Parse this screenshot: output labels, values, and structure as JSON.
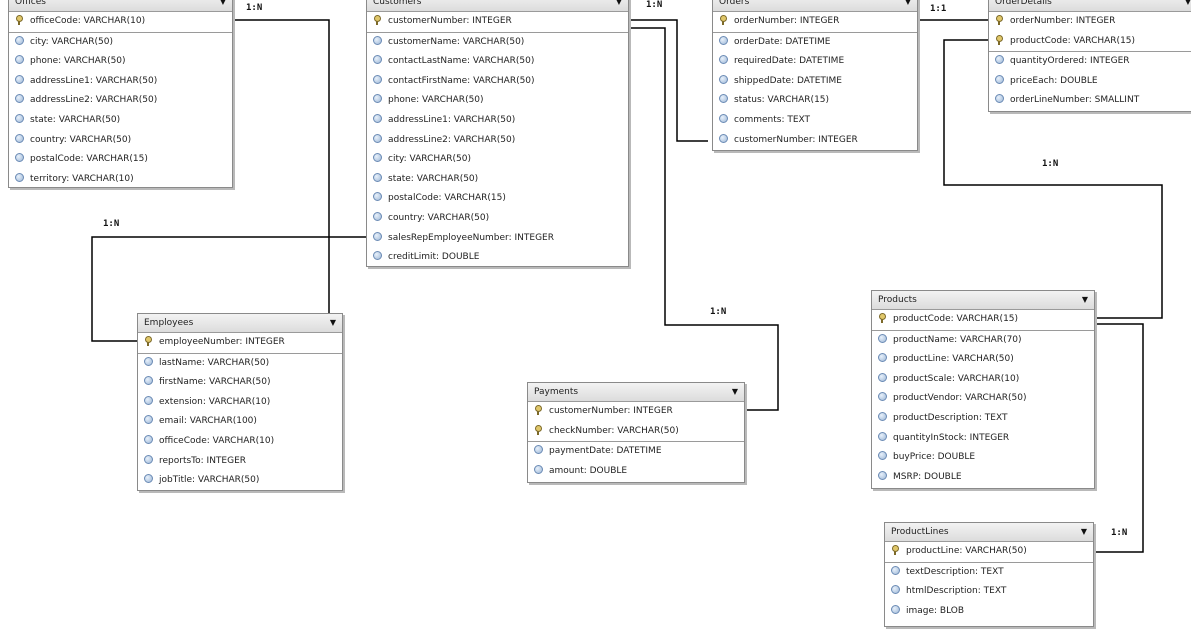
{
  "tables": {
    "offices": {
      "title": "Offices",
      "pk_count": 1,
      "columns": [
        {
          "name": "officeCode: VARCHAR(10)",
          "icon": "key-icon"
        },
        {
          "name": "city: VARCHAR(50)",
          "icon": "column-icon"
        },
        {
          "name": "phone: VARCHAR(50)",
          "icon": "column-icon"
        },
        {
          "name": "addressLine1: VARCHAR(50)",
          "icon": "column-icon"
        },
        {
          "name": "addressLine2: VARCHAR(50)",
          "icon": "column-icon"
        },
        {
          "name": "state: VARCHAR(50)",
          "icon": "column-icon"
        },
        {
          "name": "country: VARCHAR(50)",
          "icon": "column-icon"
        },
        {
          "name": "postalCode: VARCHAR(15)",
          "icon": "column-icon"
        },
        {
          "name": "territory: VARCHAR(10)",
          "icon": "column-icon"
        }
      ]
    },
    "customers": {
      "title": "Customers",
      "pk_count": 1,
      "columns": [
        {
          "name": "customerNumber: INTEGER",
          "icon": "key-icon"
        },
        {
          "name": "customerName: VARCHAR(50)",
          "icon": "column-icon"
        },
        {
          "name": "contactLastName: VARCHAR(50)",
          "icon": "column-icon"
        },
        {
          "name": "contactFirstName: VARCHAR(50)",
          "icon": "column-icon"
        },
        {
          "name": "phone: VARCHAR(50)",
          "icon": "column-icon"
        },
        {
          "name": "addressLine1: VARCHAR(50)",
          "icon": "column-icon"
        },
        {
          "name": "addressLine2: VARCHAR(50)",
          "icon": "column-icon"
        },
        {
          "name": "city: VARCHAR(50)",
          "icon": "column-icon"
        },
        {
          "name": "state: VARCHAR(50)",
          "icon": "column-icon"
        },
        {
          "name": "postalCode: VARCHAR(15)",
          "icon": "column-icon"
        },
        {
          "name": "country: VARCHAR(50)",
          "icon": "column-icon"
        },
        {
          "name": "salesRepEmployeeNumber: INTEGER",
          "icon": "column-icon"
        },
        {
          "name": "creditLimit: DOUBLE",
          "icon": "column-icon"
        }
      ]
    },
    "orders": {
      "title": "Orders",
      "pk_count": 1,
      "columns": [
        {
          "name": "orderNumber: INTEGER",
          "icon": "key-icon"
        },
        {
          "name": "orderDate: DATETIME",
          "icon": "column-icon"
        },
        {
          "name": "requiredDate: DATETIME",
          "icon": "column-icon"
        },
        {
          "name": "shippedDate: DATETIME",
          "icon": "column-icon"
        },
        {
          "name": "status: VARCHAR(15)",
          "icon": "column-icon"
        },
        {
          "name": "comments: TEXT",
          "icon": "column-icon"
        },
        {
          "name": "customerNumber: INTEGER",
          "icon": "column-icon"
        }
      ]
    },
    "orderdetails": {
      "title": "OrderDetails",
      "pk_count": 2,
      "columns": [
        {
          "name": "orderNumber: INTEGER",
          "icon": "key-icon"
        },
        {
          "name": "productCode: VARCHAR(15)",
          "icon": "key-icon"
        },
        {
          "name": "quantityOrdered: INTEGER",
          "icon": "column-icon"
        },
        {
          "name": "priceEach: DOUBLE",
          "icon": "column-icon"
        },
        {
          "name": "orderLineNumber: SMALLINT",
          "icon": "column-icon"
        }
      ]
    },
    "employees": {
      "title": "Employees",
      "pk_count": 1,
      "columns": [
        {
          "name": "employeeNumber: INTEGER",
          "icon": "key-icon"
        },
        {
          "name": "lastName: VARCHAR(50)",
          "icon": "column-icon"
        },
        {
          "name": "firstName: VARCHAR(50)",
          "icon": "column-icon"
        },
        {
          "name": "extension: VARCHAR(10)",
          "icon": "column-icon"
        },
        {
          "name": "email: VARCHAR(100)",
          "icon": "column-icon"
        },
        {
          "name": "officeCode: VARCHAR(10)",
          "icon": "column-icon"
        },
        {
          "name": "reportsTo: INTEGER",
          "icon": "column-icon"
        },
        {
          "name": "jobTitle: VARCHAR(50)",
          "icon": "column-icon"
        }
      ]
    },
    "payments": {
      "title": "Payments",
      "pk_count": 2,
      "columns": [
        {
          "name": "customerNumber: INTEGER",
          "icon": "key-icon"
        },
        {
          "name": "checkNumber: VARCHAR(50)",
          "icon": "key-icon"
        },
        {
          "name": "paymentDate: DATETIME",
          "icon": "column-icon"
        },
        {
          "name": "amount: DOUBLE",
          "icon": "column-icon"
        }
      ]
    },
    "products": {
      "title": "Products",
      "pk_count": 1,
      "columns": [
        {
          "name": "productCode: VARCHAR(15)",
          "icon": "key-icon"
        },
        {
          "name": "productName: VARCHAR(70)",
          "icon": "column-icon"
        },
        {
          "name": "productLine: VARCHAR(50)",
          "icon": "column-icon"
        },
        {
          "name": "productScale: VARCHAR(10)",
          "icon": "column-icon"
        },
        {
          "name": "productVendor: VARCHAR(50)",
          "icon": "column-icon"
        },
        {
          "name": "productDescription: TEXT",
          "icon": "column-icon"
        },
        {
          "name": "quantityInStock: INTEGER",
          "icon": "column-icon"
        },
        {
          "name": "buyPrice: DOUBLE",
          "icon": "column-icon"
        },
        {
          "name": "MSRP: DOUBLE",
          "icon": "column-icon"
        }
      ]
    },
    "productlines": {
      "title": "ProductLines",
      "pk_count": 1,
      "columns": [
        {
          "name": "productLine: VARCHAR(50)",
          "icon": "key-icon"
        },
        {
          "name": "textDescription: TEXT",
          "icon": "column-icon"
        },
        {
          "name": "htmlDescription: TEXT",
          "icon": "column-icon"
        },
        {
          "name": "image: BLOB",
          "icon": "column-icon"
        }
      ]
    }
  },
  "relations": [
    {
      "label": "1:N",
      "from": "offices.officeCode",
      "to": "employees.officeCode"
    },
    {
      "label": "1:N",
      "from": "customers.customerNumber",
      "to": "orders.customerNumber"
    },
    {
      "label": "1:1",
      "from": "orders.orderNumber",
      "to": "orderdetails.orderNumber"
    },
    {
      "label": "1:N",
      "from": "employees.employeeNumber",
      "to": "customers.salesRepEmployeeNumber"
    },
    {
      "label": "1:N",
      "from": "customers.customerNumber",
      "to": "payments.customerNumber"
    },
    {
      "label": "1:N",
      "from": "products.productCode",
      "to": "orderdetails.productCode"
    },
    {
      "label": "1:N",
      "from": "productlines.productLine",
      "to": "products.productCode"
    }
  ],
  "colors": {
    "line": "#000000",
    "header": "#e4e4e4",
    "border": "#8a8a8a"
  }
}
